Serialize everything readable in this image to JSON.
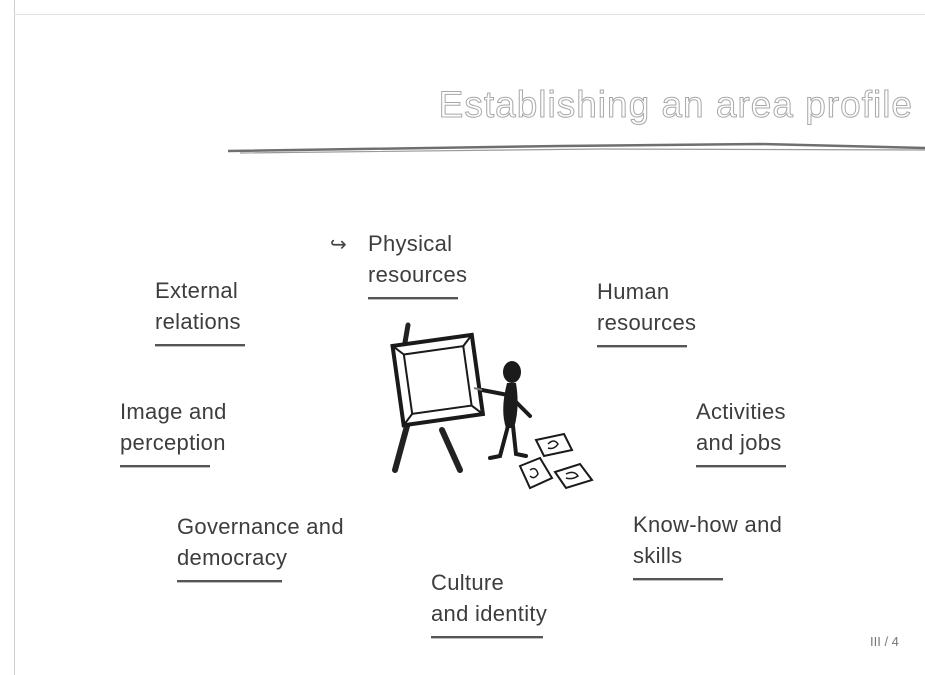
{
  "slide": {
    "title": "Establishing an area profile",
    "page_number": "III / 4",
    "topics": {
      "physical": [
        "Physical",
        "resources"
      ],
      "external": [
        "External",
        "relations"
      ],
      "human": [
        "Human",
        "resources"
      ],
      "image": [
        "Image and",
        "perception"
      ],
      "activities": [
        "Activities",
        "and jobs"
      ],
      "governance": [
        "Governance and",
        "democracy"
      ],
      "knowhow": [
        "Know-how and",
        "skills"
      ],
      "culture": [
        "Culture",
        "and identity"
      ]
    },
    "pointer_icon": "curved-arrow-icon",
    "illustration": "painter-at-easel-illustration"
  }
}
